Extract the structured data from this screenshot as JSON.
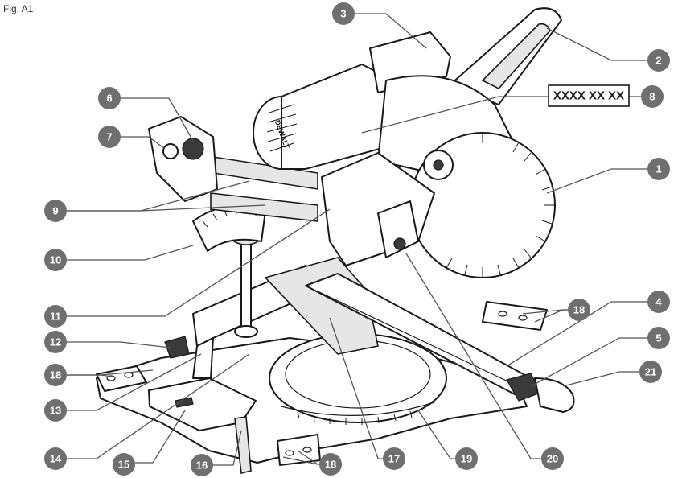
{
  "figure_label": "Fig. A1",
  "model_code": "XXXX XX XX",
  "brand": "DEWALT",
  "callouts": [
    "1",
    "2",
    "3",
    "4",
    "5",
    "6",
    "7",
    "8",
    "9",
    "10",
    "11",
    "12",
    "13",
    "14",
    "15",
    "16",
    "17",
    "18",
    "19",
    "20",
    "21"
  ]
}
